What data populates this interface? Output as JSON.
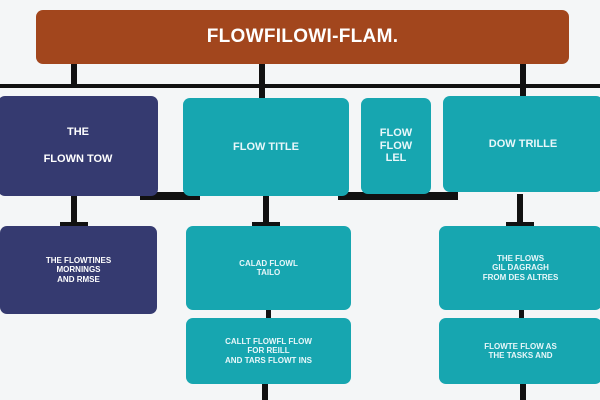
{
  "title": "FLOWFILOWI-FLAM.",
  "colors": {
    "title_bg": "#a2461d",
    "navy": "#353a70",
    "teal": "#17a6b0",
    "line": "#111111",
    "background": "#f4f6f7"
  },
  "top_row": [
    {
      "lines": [
        "THE",
        "FLOWN TOW"
      ]
    },
    {
      "lines": [
        "FLOW TITLE"
      ]
    },
    {
      "lines": [
        "FLOW",
        "FLOW",
        "LEL"
      ]
    },
    {
      "lines": [
        "DOW TRILLE"
      ]
    }
  ],
  "second_row": [
    {
      "lines": [
        "THE FLOWTINES",
        "MORNINGS",
        "AND RMSE"
      ]
    },
    {
      "lines": [
        "CALAD FLOWL",
        "TAILO"
      ]
    },
    {
      "lines": [
        "THE FLOWS",
        "GIL DAGRAGH",
        "FROM DES ALTRES"
      ]
    }
  ],
  "third_row": [
    {
      "lines": [
        "CALLT FLOWFL FLOW",
        "FOR REILL",
        "AND TARS FLOWT INS"
      ]
    },
    {
      "lines": [
        "FLOWTE FLOW AS",
        "THE TASKS AND"
      ]
    }
  ]
}
